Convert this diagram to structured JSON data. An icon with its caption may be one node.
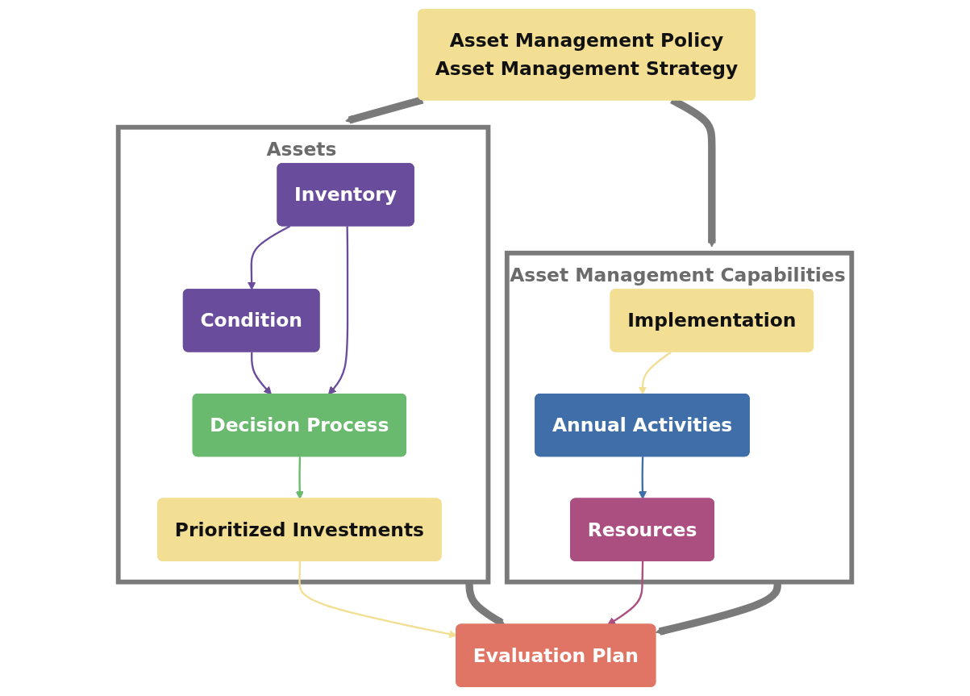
{
  "diagram": {
    "nodes": [
      {
        "text": [
          "Asset Management Policy",
          "Asset Management Strategy"
        ]
      },
      {
        "text": [
          "Assets"
        ]
      },
      {
        "text": [
          "Inventory"
        ],
        "in": 1
      },
      {
        "text": [
          "Condition"
        ],
        "in": 1
      },
      {
        "text": [
          "Decision Process"
        ],
        "in": 1
      },
      {
        "text": [
          "Prioritized Investments"
        ],
        "in": 1
      },
      {
        "text": [
          "Asset Management Capabilities"
        ]
      },
      {
        "text": [
          "Implementation"
        ],
        "in": 6
      },
      {
        "text": [
          "Annual Activities"
        ],
        "in": 6
      },
      {
        "text": [
          "Resources"
        ],
        "in": 6
      },
      {
        "text": [
          "Evaluation Plan"
        ]
      }
    ],
    "edges": [
      {
        "from": 0,
        "to": 1,
        "arrow": "to",
        "style": "thick"
      },
      {
        "from": 0,
        "to": 6,
        "arrow": "to",
        "style": "thick"
      },
      {
        "from": 2,
        "to": 3,
        "arrow": "to",
        "color": "#6a4c9c"
      },
      {
        "from": 2,
        "to": 4,
        "arrow": "to",
        "color": "#6a4c9c"
      },
      {
        "from": 3,
        "to": 4,
        "arrow": "to",
        "color": "#6a4c9c"
      },
      {
        "from": 4,
        "to": 5,
        "arrow": "to",
        "color": "#69b96f"
      },
      {
        "from": 5,
        "to": 10,
        "arrow": "to",
        "color": "#f2df94"
      },
      {
        "from": 1,
        "to": 10,
        "arrow": "to",
        "style": "thick"
      },
      {
        "from": 7,
        "to": 8,
        "arrow": "to",
        "color": "#f2df94"
      },
      {
        "from": 8,
        "to": 9,
        "arrow": "to",
        "color": "#3f6ea8"
      },
      {
        "from": 9,
        "to": 10,
        "arrow": "to",
        "color": "#ab4f80"
      },
      {
        "from": 6,
        "to": 10,
        "arrow": "to",
        "style": "thick"
      }
    ]
  }
}
